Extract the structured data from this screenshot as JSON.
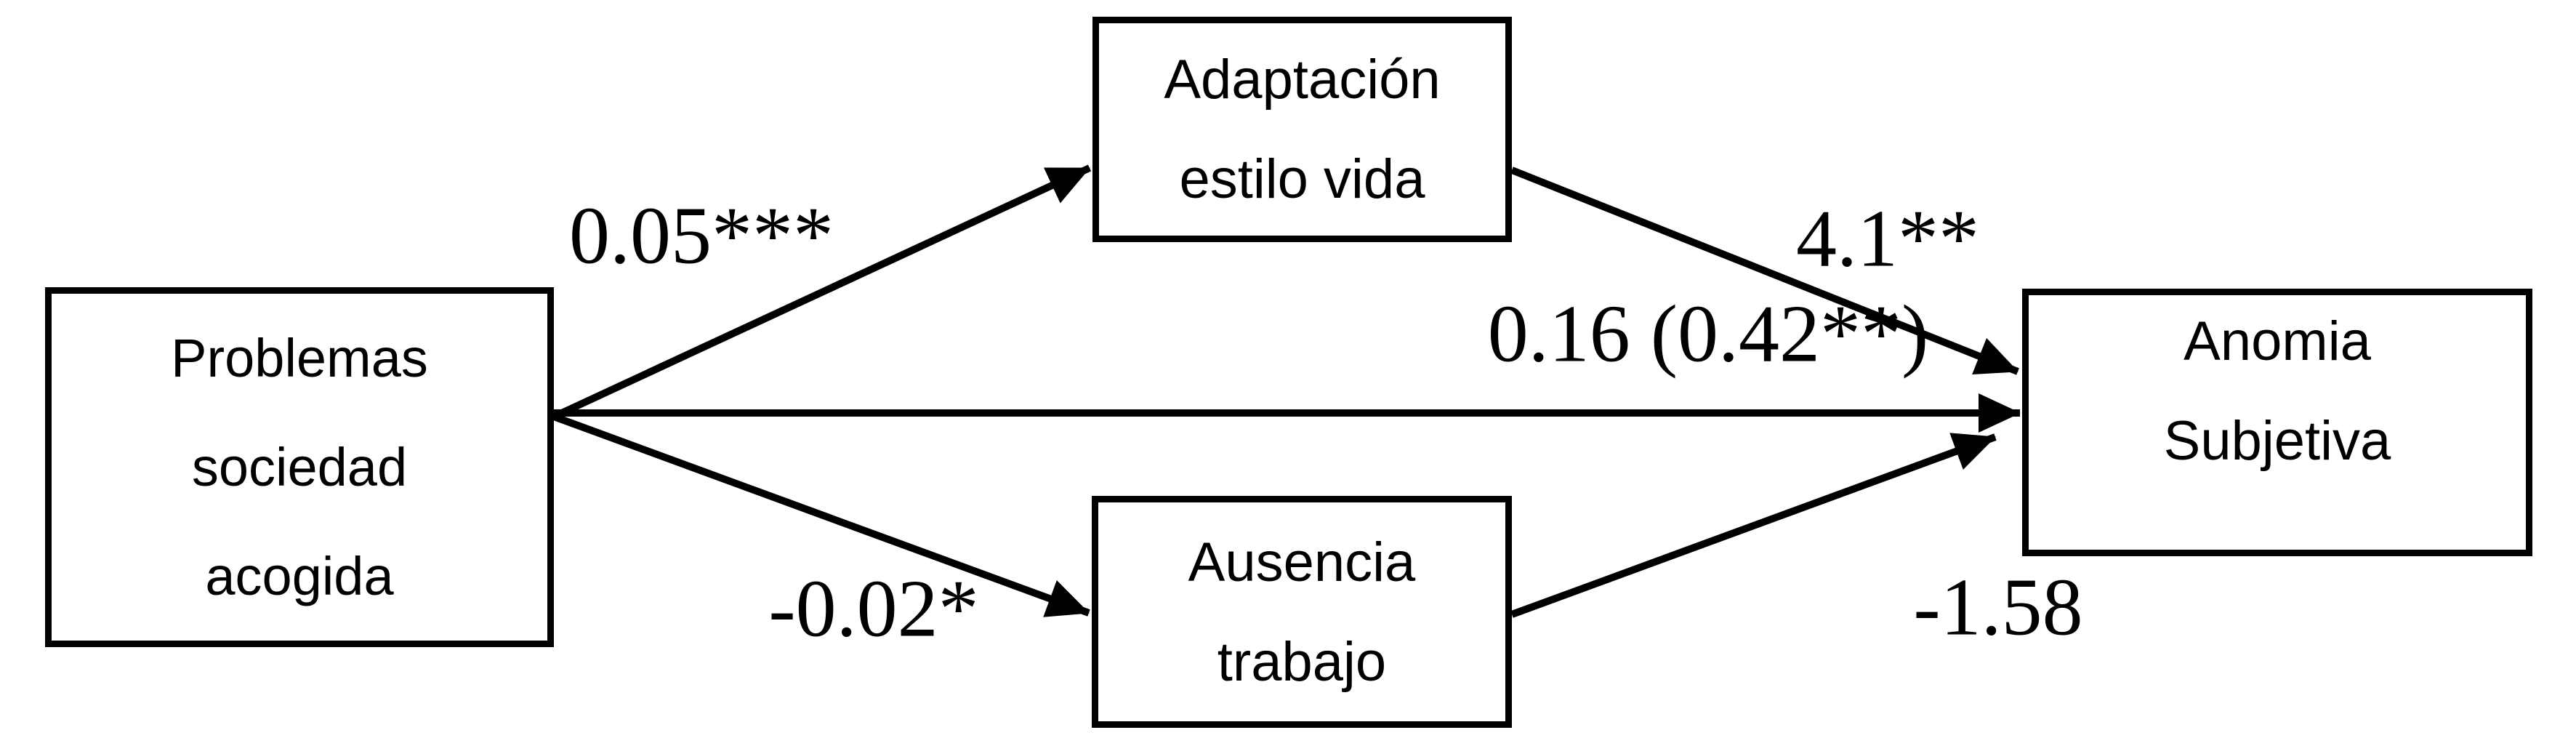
{
  "colors": {
    "line": "#000000",
    "background": "#ffffff",
    "box_fill": "#ffffff",
    "text": "#000000"
  },
  "nodes": {
    "predictor": {
      "lines": [
        "Problemas",
        "sociedad",
        "acogida"
      ]
    },
    "mediator_top": {
      "lines": [
        "Adaptación",
        "estilo vida"
      ]
    },
    "mediator_bottom": {
      "lines": [
        "Ausencia",
        "trabajo"
      ]
    },
    "outcome": {
      "lines": [
        "Anomia",
        "Subjetiva"
      ]
    }
  },
  "paths": [
    {
      "from": "Problemas sociedad acogida",
      "to": "Adaptación estilo vida",
      "label": "0.05***"
    },
    {
      "from": "Problemas sociedad acogida",
      "to": "Ausencia trabajo",
      "label": "-0.02*"
    },
    {
      "from": "Problemas sociedad acogida",
      "to": "Anomia Subjetiva",
      "label": "0.16 (0.42**)"
    },
    {
      "from": "Adaptación estilo vida",
      "to": "Anomia Subjetiva",
      "label": "4.1**"
    },
    {
      "from": "Ausencia trabajo",
      "to": "Anomia Subjetiva",
      "label": "-1.58"
    }
  ]
}
